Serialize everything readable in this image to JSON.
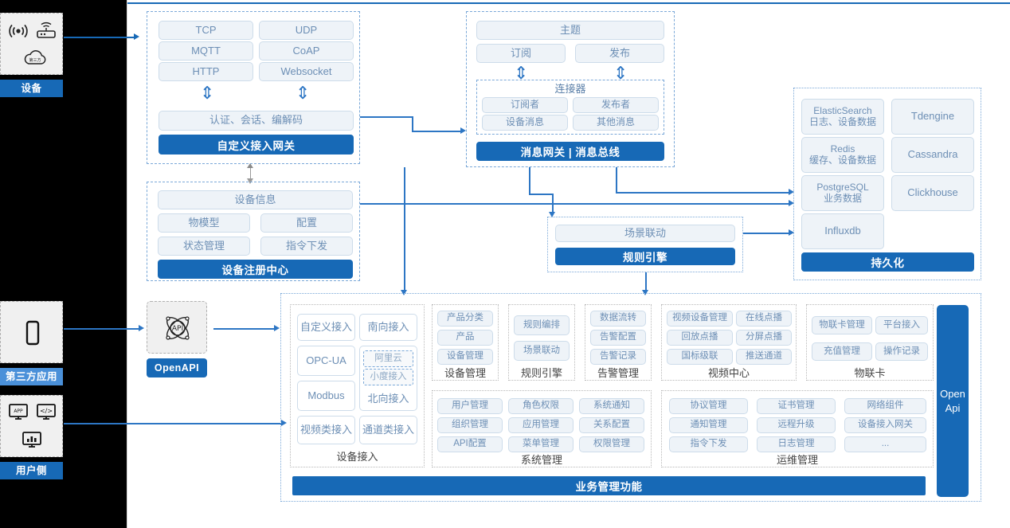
{
  "left_rail": {
    "actors": [
      {
        "label": "设备",
        "icons": [
          "signal-icon",
          "router-icon",
          "cloud-icon"
        ],
        "style": "solid-blue"
      },
      {
        "label": "第三方应用",
        "icons": [
          "mobile-phone-icon"
        ],
        "style": "light-blue"
      },
      {
        "label": "用户侧",
        "icons": [
          "app-window-icon",
          "code-window-icon",
          "dashboard-window-icon"
        ],
        "style": "solid-blue"
      }
    ]
  },
  "gateway": {
    "protocols": [
      "TCP",
      "UDP",
      "MQTT",
      "CoAP",
      "HTTP",
      "Websocket"
    ],
    "middle": "认证、会话、编解码",
    "title": "自定义接入网关"
  },
  "message_bus": {
    "topic": "主题",
    "subscribe": "订阅",
    "publish": "发布",
    "connector_title": "连接器",
    "connector_items": [
      "订阅者",
      "发布者",
      "设备消息",
      "其他消息"
    ],
    "title": "消息网关 | 消息总线"
  },
  "device_registry": {
    "info": "设备信息",
    "items": [
      "物模型",
      "配置",
      "状态管理",
      "指令下发"
    ],
    "title": "设备注册中心"
  },
  "rule_engine": {
    "scene": "场景联动",
    "title": "规则引擎"
  },
  "persistence": {
    "stores": [
      {
        "name": "ElasticSearch",
        "desc": "日志、设备数据"
      },
      {
        "name": "Tdengine",
        "desc": ""
      },
      {
        "name": "Redis",
        "desc": "缓存、设备数据"
      },
      {
        "name": "Cassandra",
        "desc": ""
      },
      {
        "name": "PostgreSQL",
        "desc": "业务数据"
      },
      {
        "name": "Clickhouse",
        "desc": ""
      },
      {
        "name": "Influxdb",
        "desc": ""
      }
    ],
    "title": "持久化"
  },
  "openapi": {
    "badge": "OpenAPI",
    "icon": "api-atom-icon",
    "vertical_label": "Open\nApi"
  },
  "business": {
    "title": "业务管理功能",
    "device_access": {
      "label": "设备接入",
      "left": [
        "自定义接入",
        "OPC-UA",
        "Modbus",
        "视频类接入"
      ],
      "right_top": "南向接入",
      "nested": [
        "阿里云",
        "小度接入"
      ],
      "right_mid": "北向接入",
      "right_bottom": "通道类接入"
    },
    "groups": [
      {
        "label": "设备管理",
        "items": [
          "产品分类",
          "产品",
          "设备管理"
        ]
      },
      {
        "label": "规则引擎",
        "items": [
          "规则编排",
          "场景联动"
        ]
      },
      {
        "label": "告警管理",
        "items": [
          "数据流转",
          "告警配置",
          "告警记录"
        ]
      },
      {
        "label": "视频中心",
        "items": [
          "视频设备管理",
          "在线点播",
          "回放点播",
          "分屏点播",
          "国标级联",
          "推送通道"
        ]
      },
      {
        "label": "物联卡",
        "items": [
          "物联卡管理",
          "平台接入",
          "充值管理",
          "操作记录"
        ]
      },
      {
        "label": "系统管理",
        "items": [
          "用户管理",
          "角色权限",
          "系统通知",
          "组织管理",
          "应用管理",
          "关系配置",
          "API配置",
          "菜单管理",
          "权限管理"
        ]
      },
      {
        "label": "运维管理",
        "items": [
          "协议管理",
          "证书管理",
          "网络组件",
          "通知管理",
          "远程升级",
          "设备接入网关",
          "指令下发",
          "日志管理",
          "..."
        ]
      }
    ]
  },
  "colors": {
    "brand_blue": "#1769b6",
    "line_blue": "#2d76c4",
    "chip_border": "#cddcea",
    "chip_bg": "#eef3f8",
    "chip_text": "#6d8fb5",
    "rail_bg": "#000000"
  }
}
